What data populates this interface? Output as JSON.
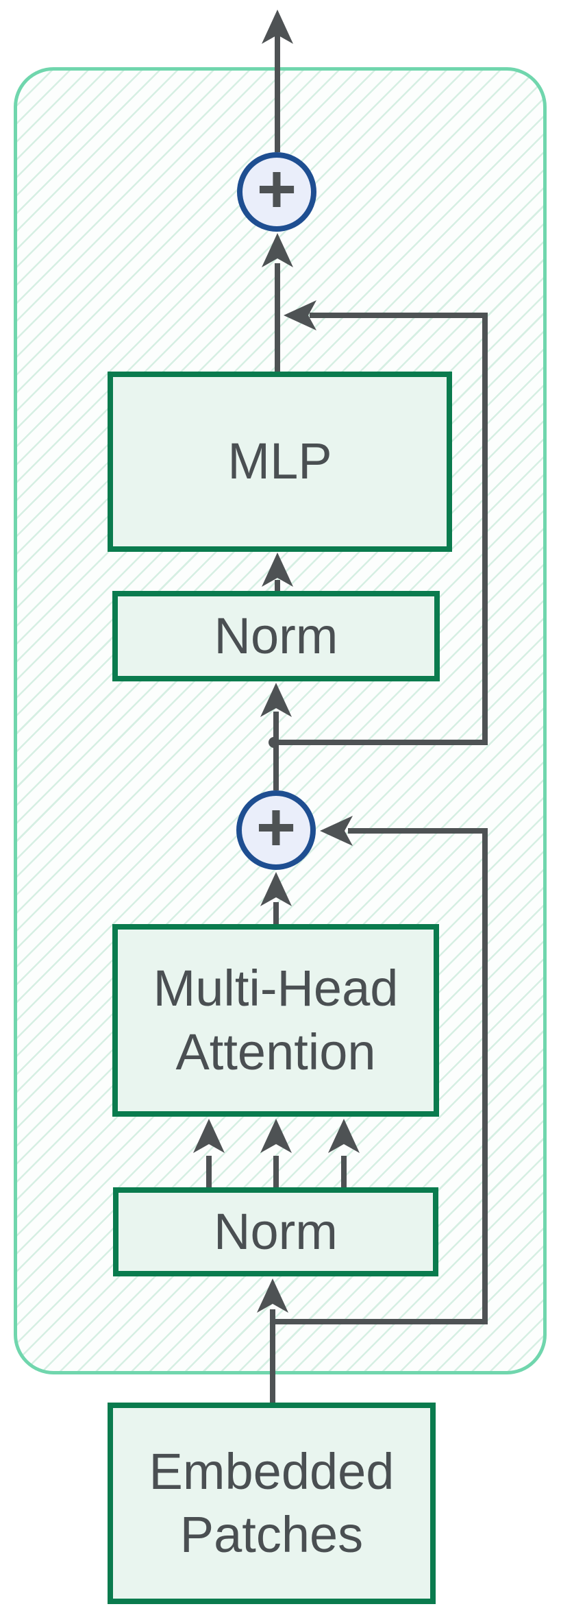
{
  "nodes": {
    "mlp": {
      "label": "MLP"
    },
    "norm_upper": {
      "label": "Norm"
    },
    "multi_head_attention": {
      "label": "Multi-Head Attention"
    },
    "norm_lower": {
      "label": "Norm"
    },
    "embedded_patches": {
      "label": "Embedded Patches"
    },
    "adder_upper": {
      "symbol": "+"
    },
    "adder_lower": {
      "symbol": "+"
    }
  },
  "colors": {
    "box_border": "#0a7b4e",
    "box_fill": "#e9f5ef",
    "container_border": "#70d6ad",
    "hatch_line": "#d6efe3",
    "connector": "#4e5254",
    "adder_border": "#1e4e91",
    "adder_fill": "#eaeefa",
    "label_text": "#4a4f52"
  }
}
